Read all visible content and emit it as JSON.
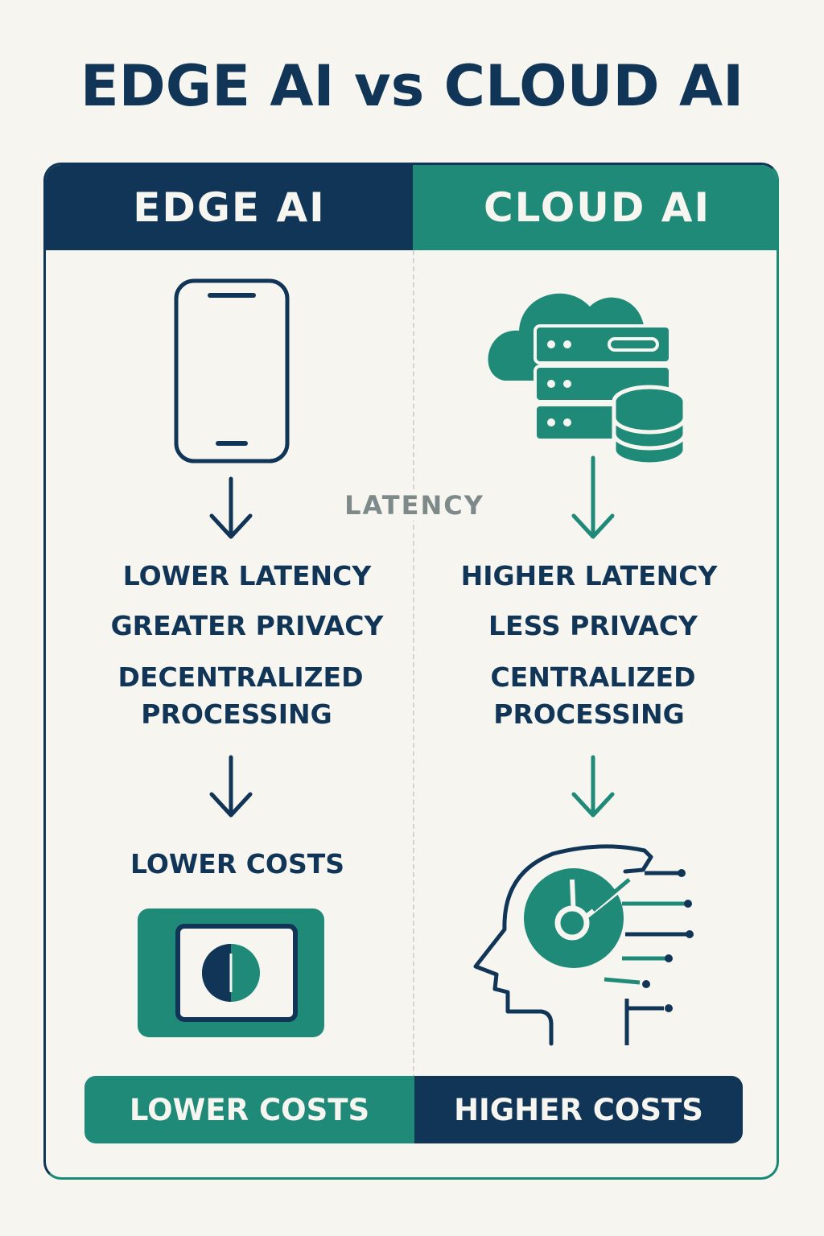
{
  "title": "EDGE AI vs CLOUD AI",
  "colors": {
    "navy": "#103556",
    "teal": "#1f8a78",
    "background": "#f7f5f0",
    "label_gray": "#7e8a8a"
  },
  "edge": {
    "header": "EDGE AI",
    "icon": "smartphone-icon",
    "points": [
      "LOWER LATENCY",
      "GREATER PRIVACY"
    ],
    "processing_line1": "DECENTRALIZED",
    "processing_line2": "PROCESSING",
    "cost_text": "LOWER COSTS",
    "cost_icon": "edge-chip-icon",
    "footer": "LOWER COSTS"
  },
  "cloud": {
    "header": "CLOUD AI",
    "icon": "cloud-server-icon",
    "points": [
      "HIGHER LATENCY",
      "LESS PRIVACY"
    ],
    "processing_line1": "CENTRALIZED",
    "processing_line2": "PROCESSING",
    "cost_icon": "ai-head-icon",
    "footer": "HIGHER COSTS"
  },
  "center_label": "LATENCY"
}
